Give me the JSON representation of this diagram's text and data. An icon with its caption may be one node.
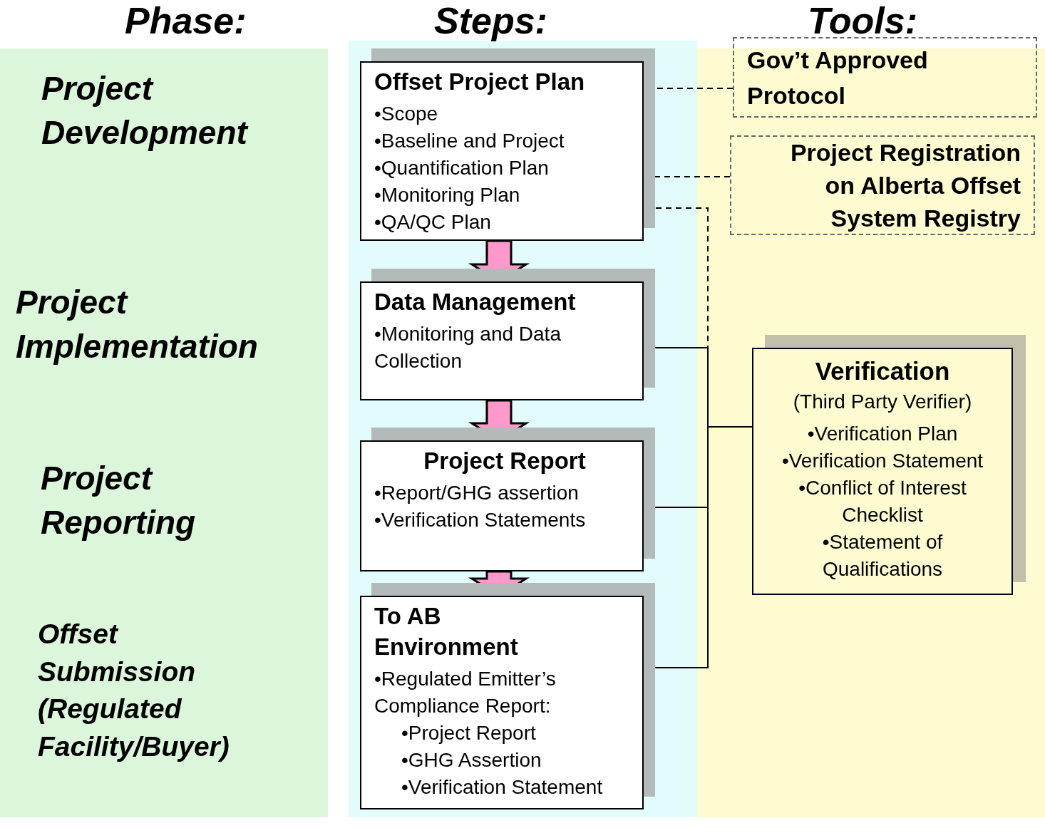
{
  "diagram": {
    "nodes": [
      {
        "text": [
          "Phase:",
          "Project Development",
          "Project Implementation",
          "Project Reporting",
          "Offset Submission (Regulated Facility/Buyer)"
        ]
      },
      {
        "text": [
          "Steps:"
        ]
      },
      {
        "text": [
          "Offset Project Plan",
          "•Scope",
          "•Baseline and Project",
          "•Quantification Plan",
          "•Monitoring Plan",
          "•QA/QC Plan"
        ],
        "in": 1
      },
      {
        "text": [
          "Data Management",
          "•Monitoring and Data Collection"
        ],
        "in": 1
      },
      {
        "text": [
          "Project Report",
          "•Report/GHG assertion",
          "•Verification Statements"
        ],
        "in": 1
      },
      {
        "text": [
          "To AB Environment",
          "•Regulated Emitter’s Compliance Report:",
          "•Project Report",
          "•GHG Assertion",
          "•Verification Statement"
        ],
        "in": 1
      },
      {
        "text": [
          "Tools:"
        ]
      },
      {
        "text": [
          "Gov’t Approved Protocol"
        ]
      },
      {
        "text": [
          "Project Registration on Alberta Offset System Registry"
        ],
        "in": 6
      },
      {
        "text": [
          "Verification",
          "(Third Party Verifier)",
          "•Verification Plan",
          "•Verification Statement",
          "•Conflict of Interest Checklist",
          "•Statement of Qualifications"
        ],
        "in": 6
      }
    ],
    "edges": [
      {
        "from": 2,
        "to": 3,
        "arrow": "to",
        "style": "thick",
        "color": "#ff99cc"
      },
      {
        "from": 3,
        "to": 4,
        "arrow": "to",
        "style": "thick",
        "color": "#ff99cc"
      },
      {
        "from": 4,
        "to": 5,
        "arrow": "to",
        "style": "thick",
        "color": "#ff99cc"
      },
      {
        "from": 7,
        "to": 2,
        "arrow": "to",
        "style": "dashed"
      },
      {
        "from": 8,
        "to": 2,
        "arrow": "to",
        "style": "dashed"
      },
      {
        "from": 9,
        "to": 2,
        "arrow": "to",
        "style": "dashed"
      },
      {
        "from": 9,
        "to": 3,
        "arrow": "to"
      },
      {
        "from": 9,
        "to": 4,
        "arrow": "to"
      },
      {
        "from": 9,
        "to": 5,
        "arrow": "to"
      }
    ]
  }
}
